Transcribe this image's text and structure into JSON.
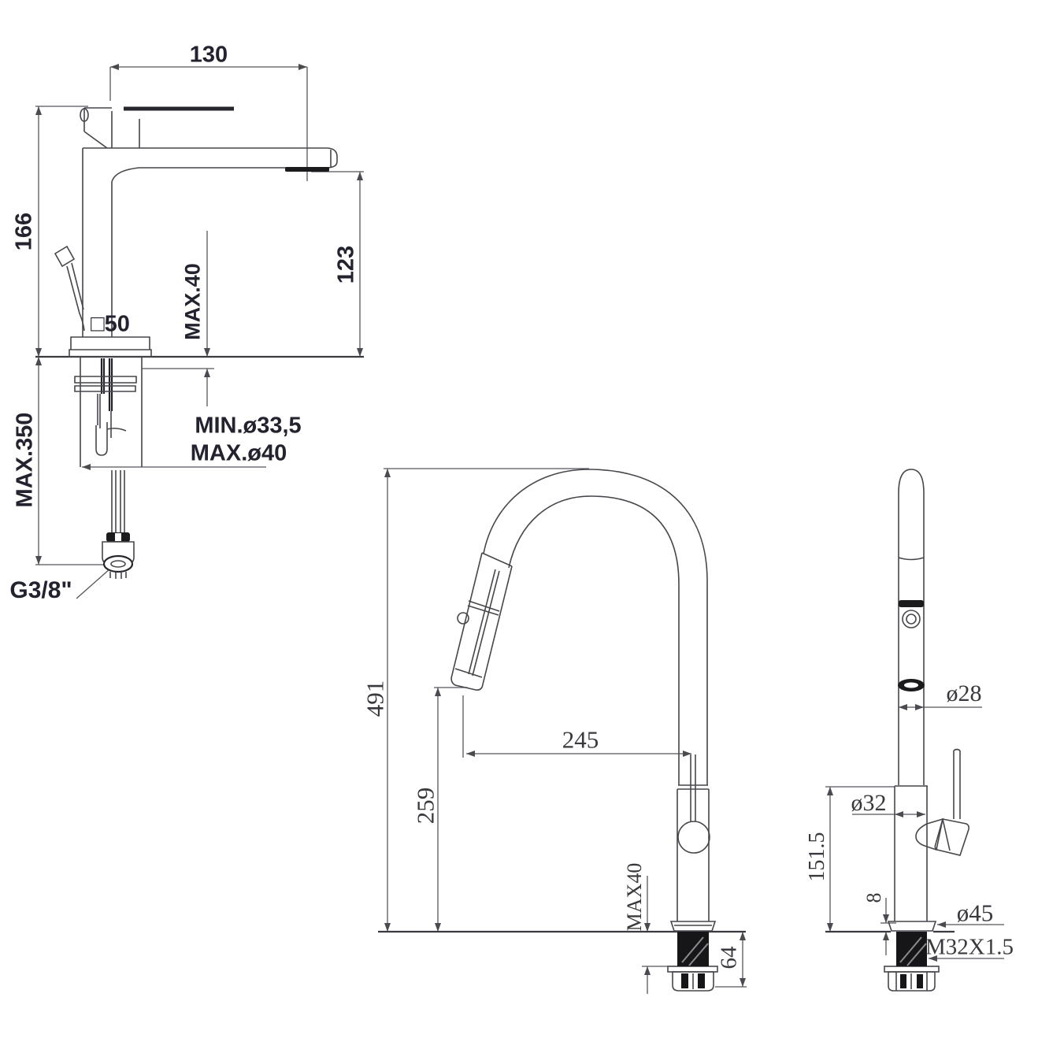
{
  "page": {
    "background": "#ffffff",
    "line_color": "#4a4a50",
    "dim_line_color": "#55555c",
    "dark_fill_color": "#1b1b1e",
    "sans_label_color": "#23232f",
    "serif_label_color": "#38383e"
  },
  "basin_drawing": {
    "title": "basin-mixer-front-view",
    "labels": {
      "width_top": "130",
      "height_left": "166",
      "spout_height": "123",
      "deck_thickness": "MAX.40",
      "base_square": "□50",
      "hole_min": "MIN.ø33,5",
      "hole_max": "MAX.ø40",
      "hose_length": "MAX.350",
      "connection": "G3/8\""
    }
  },
  "kitchen_front_drawing": {
    "title": "kitchen-pullout-mixer-front-view",
    "labels": {
      "total_height": "491",
      "spout_reach": "245",
      "outlet_height": "259",
      "deck_thickness": "MAX40",
      "shank_length": "64"
    }
  },
  "kitchen_side_drawing": {
    "title": "kitchen-pullout-mixer-side-view",
    "labels": {
      "spout_diameter": "ø28",
      "body_diameter": "ø32",
      "body_height": "151.5",
      "base_plate_thickness": "8",
      "base_plate_diameter": "ø45",
      "thread": "M32X1.5"
    }
  }
}
